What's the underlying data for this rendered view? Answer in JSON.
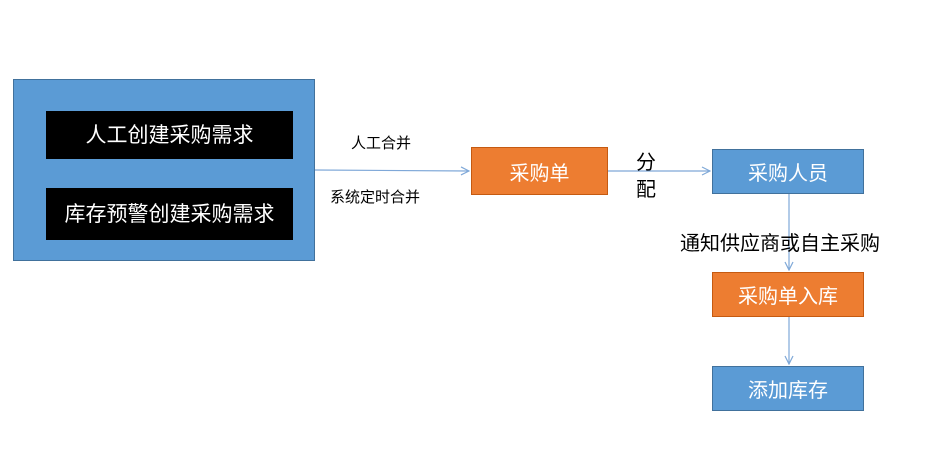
{
  "nodes": {
    "manual_create": "人工创建采购需求",
    "stock_warning_create": "库存预警创建采购需求",
    "purchase_order": "采购单",
    "purchaser": "采购人员",
    "order_stock_in": "采购单入库",
    "add_stock": "添加库存"
  },
  "edge_labels": {
    "manual_merge": "人工合并",
    "timed_merge": "系统定时合并",
    "assign": "分配",
    "notify_or_purchase": "通知供应商或自主采购"
  },
  "colors": {
    "blue": "#5b9bd5",
    "orange": "#ed7d31",
    "black": "#000000",
    "connector": "#7fa8d8"
  }
}
